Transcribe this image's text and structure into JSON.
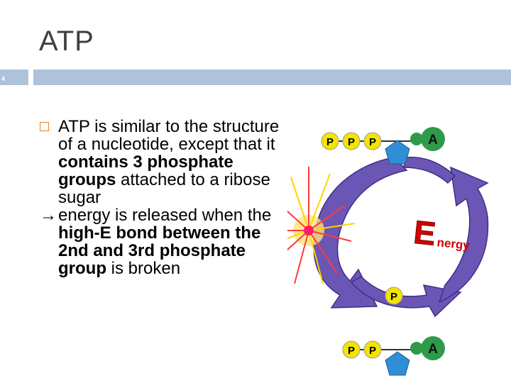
{
  "slide": {
    "title": "ATP",
    "number": "4"
  },
  "bullet1": {
    "text_a": "ATP is similar to the structure of a nucleotide, except that it ",
    "bold_a": "contains 3 phosphate groups",
    "text_b": " attached to a ribose sugar"
  },
  "bullet2": {
    "arrow": "→",
    "text_a": "energy is released when the ",
    "bold_a": "high-E bond between the 2nd and 3rd phosphate group",
    "text_b": " is broken"
  },
  "diagram": {
    "phosphate_label": "P",
    "adenine_label": "A",
    "energy_big": "E",
    "energy_small": "nergy",
    "colors": {
      "phosphate": "#f5e400",
      "adenine": "#2e9a4a",
      "ribose": "#2f8fd6",
      "cycle": "#6b56b6",
      "burst": "#ff3b3b",
      "energy_text": "#d40000"
    }
  }
}
